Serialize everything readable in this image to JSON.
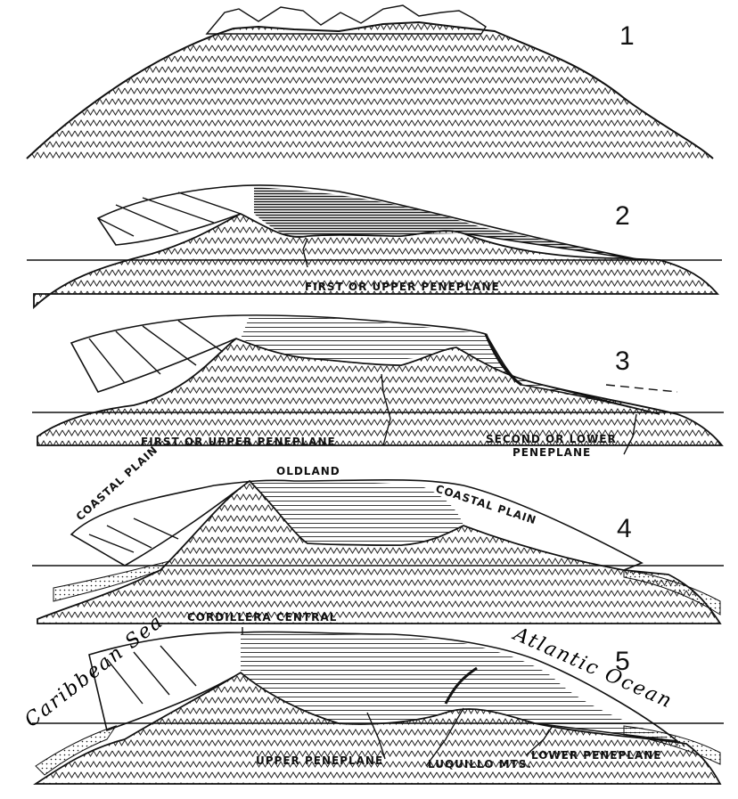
{
  "panels": [
    {
      "number": "1",
      "labels": []
    },
    {
      "number": "2",
      "labels": [
        "FIRST OR UPPER PENEPLANE"
      ]
    },
    {
      "number": "3",
      "labels": [
        "FIRST OR UPPER PENEPLANE",
        "SECOND OR LOWER",
        "PENEPLANE"
      ]
    },
    {
      "number": "4",
      "labels": [
        "OLDLAND",
        "COASTAL PLAIN",
        "COASTAL PLAIN"
      ]
    },
    {
      "number": "5",
      "labels": [
        "CORDILLERA CENTRAL",
        "Caribbean Sea",
        "Atlantic Ocean",
        "UPPER PENEPLANE",
        "LUQUILLO MTS.",
        "LOWER PENEPLANE"
      ]
    }
  ]
}
